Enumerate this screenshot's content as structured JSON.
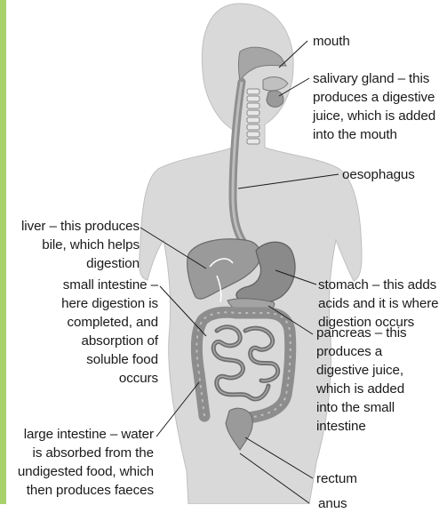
{
  "diagram": {
    "colors": {
      "accent_bar": "#a9d16b",
      "body_fill": "#d9d9d9",
      "organ_fill": "#8c8c8c"
    },
    "labels": {
      "mouth": "mouth",
      "salivary_gland": [
        "salivary gland – this",
        "produces a digestive",
        "juice, which is added",
        "into the mouth"
      ],
      "oesophagus": "oesophagus",
      "liver": [
        "liver – this produces",
        "bile, which helps",
        "digestion"
      ],
      "stomach": [
        "stomach – this adds",
        "acids and it is where",
        "digestion occurs"
      ],
      "small_intestine": [
        "small intestine –",
        "here digestion is",
        "completed, and",
        "absorption of",
        "soluble food",
        "occurs"
      ],
      "pancreas": [
        "pancreas – this",
        "produces a",
        "digestive juice,",
        "which is added",
        "into the small",
        "intestine"
      ],
      "large_intestine": [
        "large intestine – water",
        "is absorbed from the",
        "undigested food, which",
        "then produces faeces"
      ],
      "rectum": "rectum",
      "anus": "anus"
    }
  }
}
